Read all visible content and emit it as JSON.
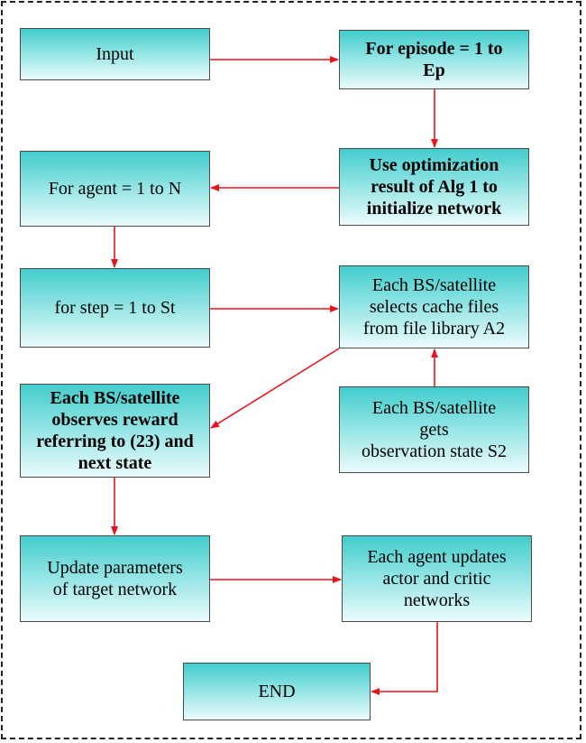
{
  "diagram": {
    "nodes": {
      "input": "Input",
      "for_episode": "For episode = 1 to\nEp",
      "use_optimization": "Use optimization\nresult of Alg 1 to\ninitialize network",
      "for_agent": "For agent = 1 to N",
      "for_step": "for step = 1 to St",
      "selects_cache": "Each BS/satellite\nselects cache files\nfrom file library A2",
      "observes_reward": "Each BS/satellite\nobserves reward\nreferring to (23) and\nnext state",
      "gets_observation": "Each BS/satellite\ngets\nobservation state S2",
      "update_parameters": "Update parameters\nof target network",
      "agent_updates": "Each agent updates\nactor and critic\nnetworks",
      "end": "END"
    },
    "arrow_color": "#e8141c",
    "box_gradient": [
      "#43cccc",
      "#ecfbfb"
    ]
  }
}
